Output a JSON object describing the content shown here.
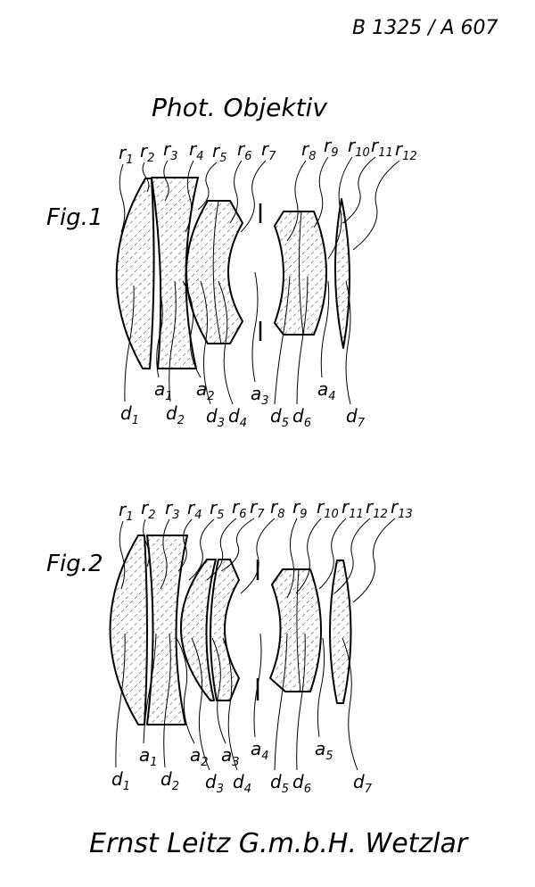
{
  "header": {
    "doc_number": "B 1325 / A 607"
  },
  "title": "Phot. Objektiv",
  "figures": [
    {
      "label": "Fig.1",
      "radii": [
        "r1",
        "r2",
        "r3",
        "r4",
        "r5",
        "r6",
        "r7",
        "r8",
        "r9",
        "r10",
        "r11",
        "r12"
      ],
      "air_gaps": [
        "a1",
        "a2",
        "a3",
        "a4"
      ],
      "thicknesses": [
        "d1",
        "d2",
        "d3",
        "d4",
        "d5",
        "d6",
        "d7"
      ]
    },
    {
      "label": "Fig.2",
      "radii": [
        "r1",
        "r2",
        "r3",
        "r4",
        "r5",
        "r6",
        "r7",
        "r8",
        "r9",
        "r10",
        "r11",
        "r12",
        "r13"
      ],
      "air_gaps": [
        "a1",
        "a2",
        "a3",
        "a4",
        "a5"
      ],
      "thicknesses": [
        "d1",
        "d2",
        "d3",
        "d4",
        "d5",
        "d6",
        "d7"
      ]
    }
  ],
  "footer": "Ernst Leitz G.m.b.H. Wetzlar"
}
